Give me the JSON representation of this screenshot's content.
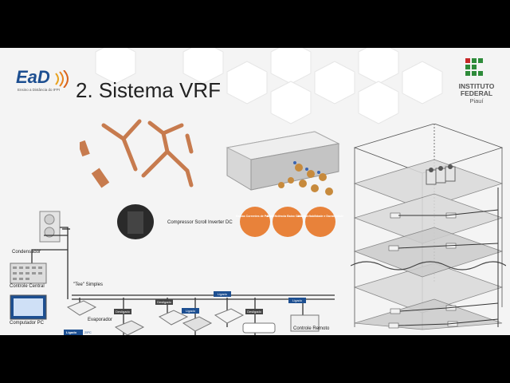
{
  "header": {
    "ead_logo_text": "EaD",
    "ead_logo_subtitle": "Ensino a Distância do IFPI",
    "title": "2. Sistema VRF",
    "ifpi_line1": "INSTITUTO",
    "ifpi_line2": "FEDERAL",
    "ifpi_line3": "Piauí"
  },
  "diagram": {
    "compressor_label": "Compressor Scroll Inverter DC",
    "features": [
      "Baixas Correntes de Partida",
      "Alta Eficiência Baixo Consumo",
      "Alta Confiabilidade e Durabilidade"
    ],
    "labels": {
      "condensador": "Condensador",
      "tee": "\"Tee\" Simples",
      "evaporador": "Evaporador",
      "controle_central": "Controle Central",
      "computador": "Computador PC",
      "controle_remoto": "Controle Remoto"
    },
    "status": {
      "ligado": "Ligado",
      "desligado": "Desligado",
      "temp": "25ºC"
    }
  },
  "colors": {
    "accent": "#1d4f91",
    "copper": "#c77b4e",
    "ifpi_green": "#2e8b3a",
    "ifpi_red": "#c62828",
    "feature_orange": "#e8823a"
  }
}
